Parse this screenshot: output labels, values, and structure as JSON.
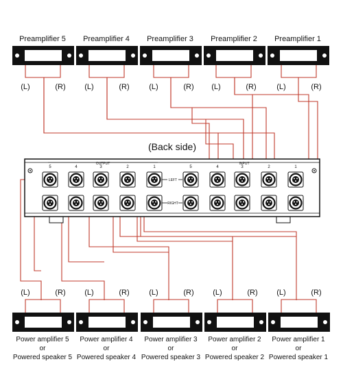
{
  "preamplifiers": [
    {
      "name": "Preamplifier 5"
    },
    {
      "name": "Preamplifier 4"
    },
    {
      "name": "Preamplifier 3"
    },
    {
      "name": "Preamplifier 2"
    },
    {
      "name": "Preamplifier 1"
    }
  ],
  "outputs": [
    {
      "line1": "Power amplifier 5",
      "line2": "or",
      "line3": "Powered speaker 5"
    },
    {
      "line1": "Power amplifier 4",
      "line2": "or",
      "line3": "Powered speaker 4"
    },
    {
      "line1": "Power amplifier 3",
      "line2": "or",
      "line3": "Powered speaker 3"
    },
    {
      "line1": "Power amplifier 2",
      "line2": "or",
      "line3": "Powered speaker 2"
    },
    {
      "line1": "Power amplifier 1",
      "line2": "or",
      "line3": "Powered speaker 1"
    }
  ],
  "channels": {
    "left": "(L)",
    "right": "(R)"
  },
  "device": {
    "title": "(Back side)",
    "output_label": "OUTPUT",
    "input_label": "INPUT",
    "left_label": "LEFT",
    "right_label": "RIGHT",
    "output_numbers": [
      "5",
      "4",
      "3",
      "2",
      "1"
    ],
    "input_numbers": [
      "5",
      "4",
      "3",
      "2",
      "1"
    ]
  },
  "colors": {
    "cable": "#c0392b",
    "device": "#111111"
  }
}
